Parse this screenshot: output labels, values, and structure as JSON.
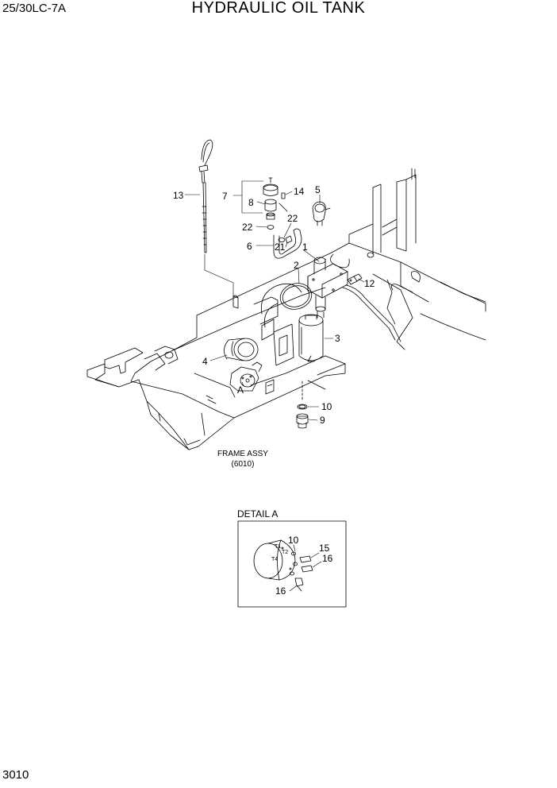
{
  "header": {
    "model": "25/30LC-7A",
    "title": "HYDRAULIC OIL TANK"
  },
  "diagram": {
    "callouts": {
      "p1": "1",
      "p2": "2",
      "p3": "3",
      "p4": "4",
      "p5": "5",
      "p6": "6",
      "p7": "7",
      "p8": "8",
      "p9": "9",
      "p10": "10",
      "p12": "12",
      "p13": "13",
      "p14": "14",
      "p21": "21",
      "p22a": "22",
      "p22b": "22",
      "ref_a": "A"
    },
    "frame_label": "FRAME ASSY",
    "frame_ref": "(6010)"
  },
  "detail": {
    "title": "DETAIL A",
    "callouts": {
      "d10": "10",
      "d15": "15",
      "d16a": "16",
      "d16b": "16"
    },
    "ports": {
      "t1": "T1",
      "t2": "T2",
      "t4": "T4"
    }
  },
  "footer": {
    "page_number": "3010"
  }
}
